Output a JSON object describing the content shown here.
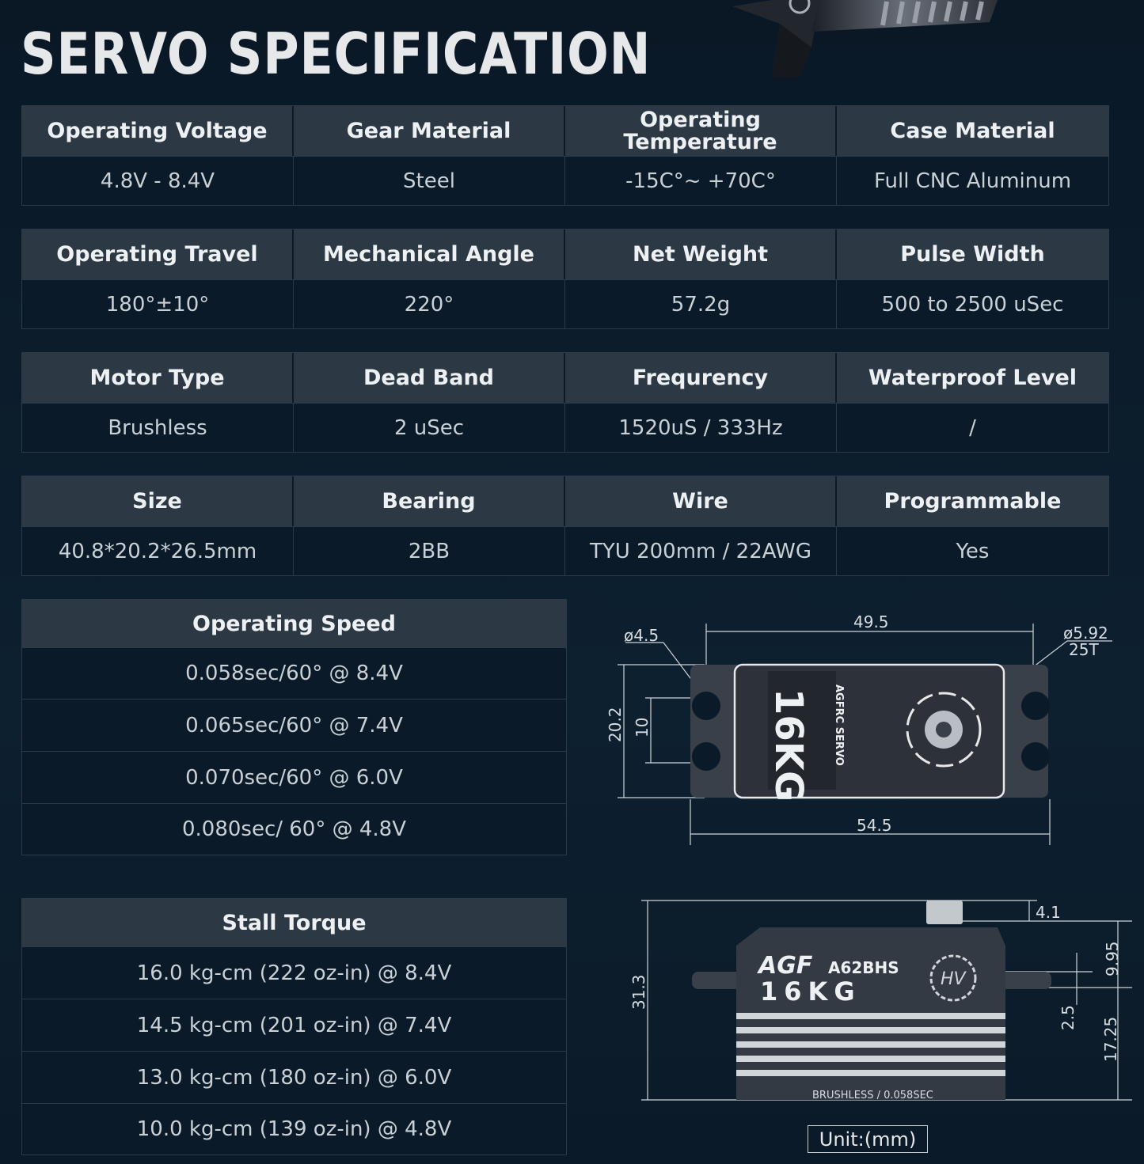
{
  "title": "SERVO SPECIFICATION",
  "spec_rows": [
    {
      "headers": [
        "Operating Voltage",
        "Gear Material",
        "Operating\nTemperature",
        "Case Material"
      ],
      "values": [
        "4.8V - 8.4V",
        "Steel",
        "-15C°~ +70C°",
        "Full CNC Aluminum"
      ]
    },
    {
      "headers": [
        "Operating Travel",
        "Mechanical Angle",
        "Net Weight",
        "Pulse Width"
      ],
      "values": [
        "180°±10°",
        "220°",
        "57.2g",
        "500 to 2500 uSec"
      ]
    },
    {
      "headers": [
        "Motor Type",
        "Dead Band",
        "Frequrency",
        "Waterproof Level"
      ],
      "values": [
        "Brushless",
        "2 uSec",
        "1520uS / 333Hz",
        "/"
      ]
    },
    {
      "headers": [
        "Size",
        "Bearing",
        "Wire",
        "Programmable"
      ],
      "values": [
        "40.8*20.2*26.5mm",
        "2BB",
        "TYU 200mm / 22AWG",
        "Yes"
      ]
    }
  ],
  "operating_speed": {
    "header": "Operating Speed",
    "rows": [
      "0.058sec/60° @ 8.4V",
      "0.065sec/60° @ 7.4V",
      "0.070sec/60° @ 6.0V",
      "0.080sec/ 60° @ 4.8V"
    ]
  },
  "stall_torque": {
    "header": "Stall Torque",
    "rows": [
      "16.0 kg-cm (222 oz-in) @ 8.4V",
      "14.5 kg-cm (201 oz-in) @ 7.4V",
      "13.0 kg-cm (180 oz-in) @ 6.0V",
      "10.0 kg-cm (139 oz-in) @ 4.8V"
    ]
  },
  "top_view": {
    "hole_dia": "ø4.5",
    "length": "49.5",
    "spline_dia": "ø5.92",
    "spline_teeth": "25T",
    "width": "20.2",
    "hole_spacing": "10",
    "overall_length": "54.5",
    "label_main": "16KG",
    "label_brand": "AGFRC SERVO"
  },
  "side_view": {
    "spline_height": "4.1",
    "height": "31.3",
    "upper_height": "9.95",
    "tab_thickness": "2.5",
    "lower_height": "17.25",
    "brand": "AGF",
    "model": "A62BHS",
    "torque_label": "16KG",
    "badge": "HV",
    "footer_label": "BRUSHLESS / 0.058SEC"
  },
  "unit_label": "Unit:(mm)",
  "colors": {
    "background": "#0b1a28",
    "header_cell": "#2c3843",
    "value_cell": "#0a1a28",
    "border": "#2b3a48",
    "servo_body": "#3a404a"
  }
}
